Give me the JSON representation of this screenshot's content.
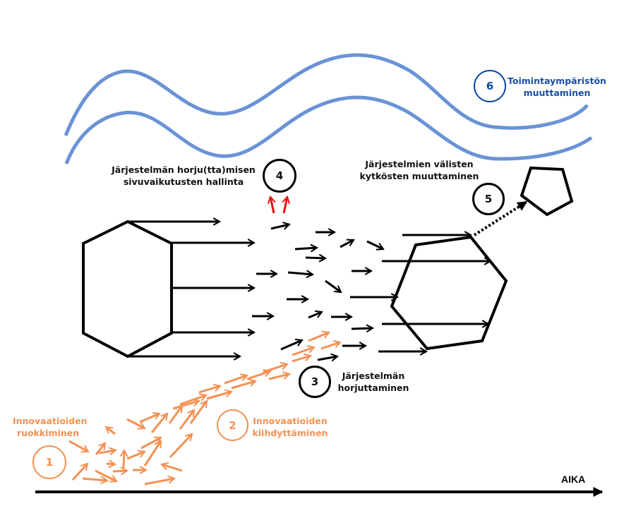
{
  "colors": {
    "black": "#000000",
    "orange": "#f59152",
    "blue_wave": "#6a93d6",
    "blue_text": "#1a4fa6",
    "red": "#ee1111"
  },
  "axis": {
    "label": "AIKA"
  },
  "steps": [
    {
      "number": "1",
      "label_line1": "Innovaatioiden",
      "label_line2": "ruokkiminen",
      "color": "orange"
    },
    {
      "number": "2",
      "label_line1": "Innovaatioiden",
      "label_line2": "kiihdyttäminen",
      "color": "orange"
    },
    {
      "number": "3",
      "label_line1": "Järjestelmän",
      "label_line2": "horjuttaminen",
      "color": "black"
    },
    {
      "number": "4",
      "label_line1": "Järjestelmän horju(tta)misen",
      "label_line2": "sivuvaikutusten hallinta",
      "color": "black"
    },
    {
      "number": "5",
      "label_line1": "Järjestelmien välisten",
      "label_line2": "kytkösten muuttaminen",
      "color": "black"
    },
    {
      "number": "6",
      "label_line1": "Toimintaympäristön",
      "label_line2": "muuttaminen",
      "color": "blue"
    }
  ],
  "shapes": {
    "old_system": "hexagon-icon",
    "new_system": "hexagon-icon",
    "other_system": "pentagon-icon",
    "environment": "wave-lines"
  }
}
